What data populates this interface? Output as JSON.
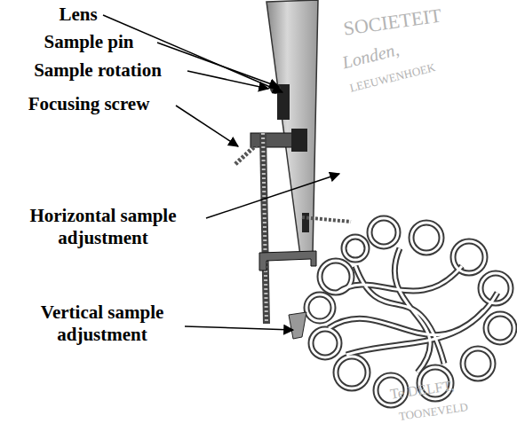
{
  "diagram": {
    "labels": [
      "Lens",
      "Sample pin",
      "Sample rotation",
      "Focusing screw",
      "Horizontal sample adjustment",
      "Vertical sample adjustment",
      "SOCIETEIT",
      "Londen,",
      "LEEUWENHOEK",
      "Te DELFT,",
      "TOONEVELD"
    ]
  }
}
